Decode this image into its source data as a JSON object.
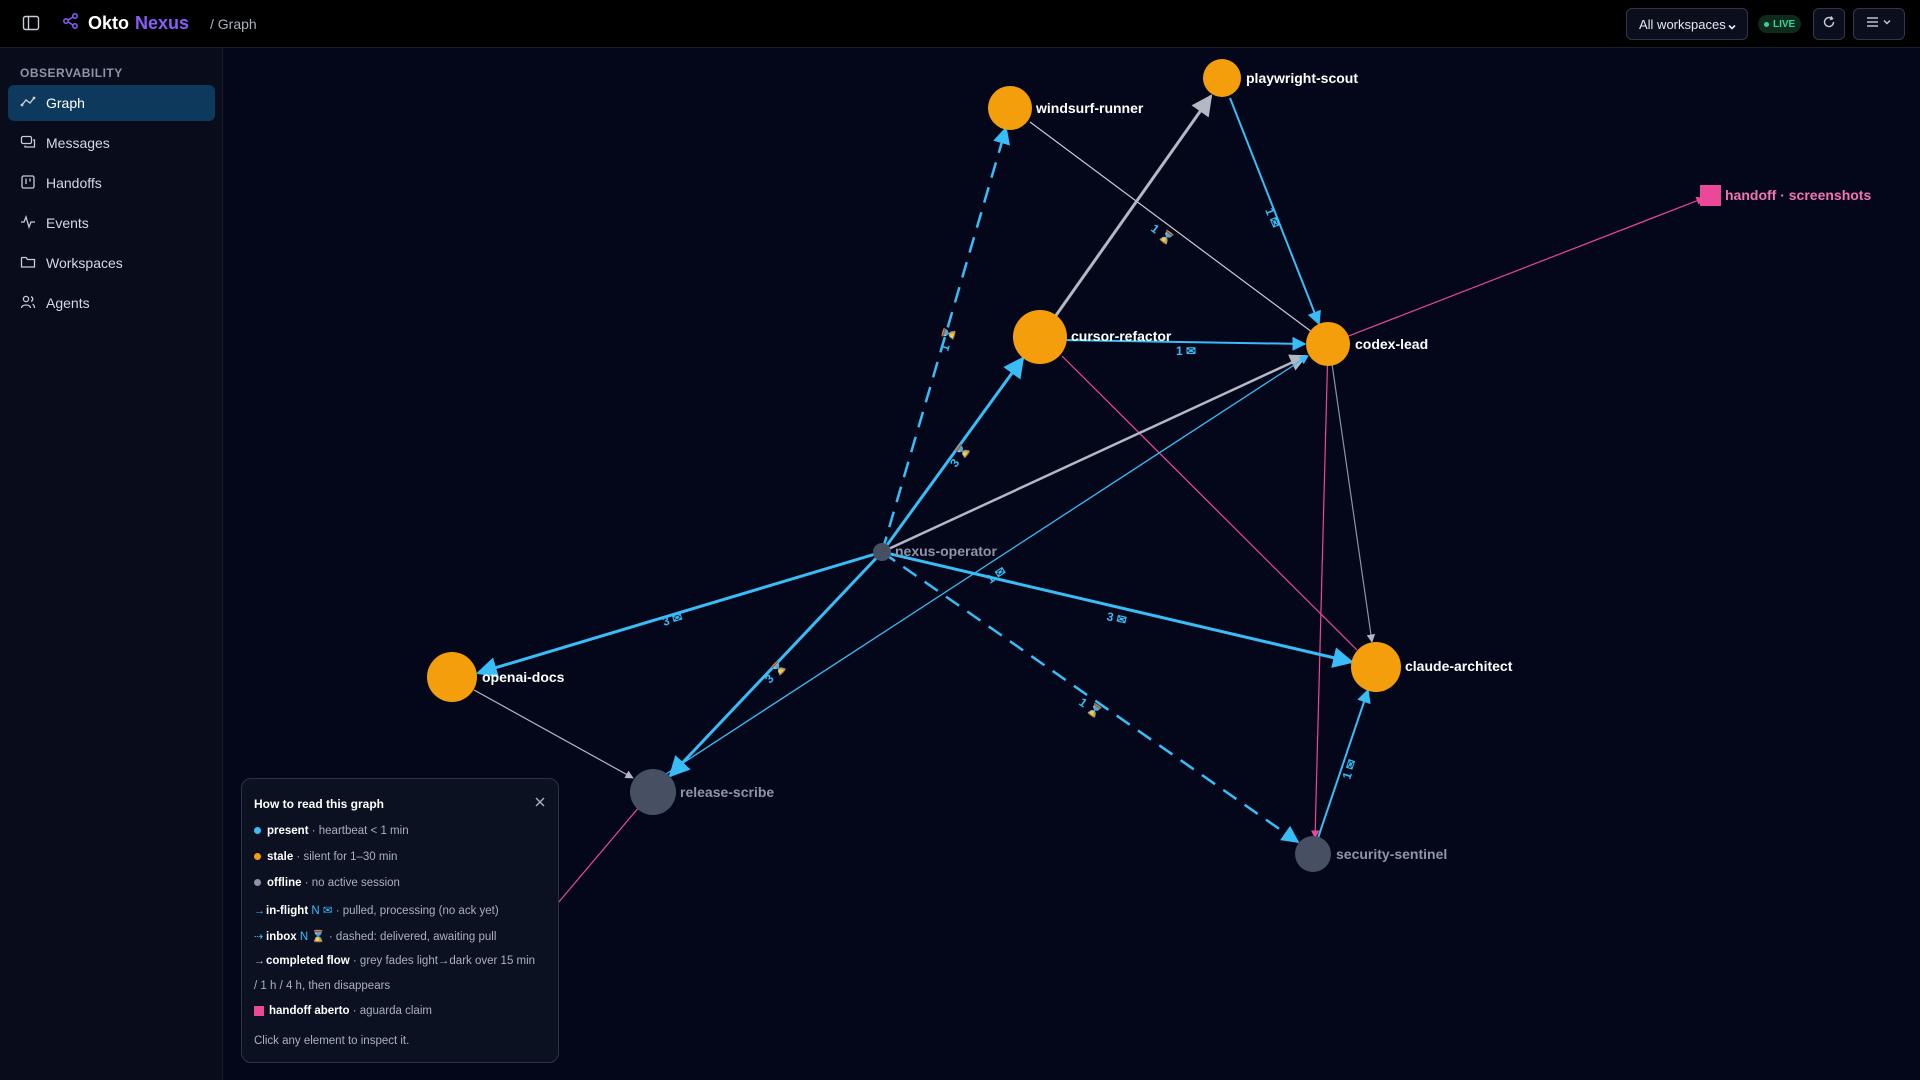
{
  "app": {
    "name": "Okto",
    "accent": "Nexus",
    "breadcrumb": "/ Graph"
  },
  "topbar": {
    "workspace_select": "All workspaces",
    "live_label": "LIVE",
    "refresh_icon": "refresh-icon",
    "menu_icon": "menu-icon"
  },
  "sidebar": {
    "section": "OBSERVABILITY",
    "items": [
      {
        "label": "Graph",
        "icon": "graph-icon",
        "active": true
      },
      {
        "label": "Messages",
        "icon": "messages-icon",
        "active": false
      },
      {
        "label": "Handoffs",
        "icon": "kanban-icon",
        "active": false
      },
      {
        "label": "Events",
        "icon": "activity-icon",
        "active": false
      },
      {
        "label": "Workspaces",
        "icon": "folder-icon",
        "active": false
      },
      {
        "label": "Agents",
        "icon": "users-icon",
        "active": false
      }
    ]
  },
  "graph": {
    "nodes": [
      {
        "id": "windsurf-runner",
        "label": "windsurf-runner",
        "status": "stale"
      },
      {
        "id": "playwright-scout",
        "label": "playwright-scout",
        "status": "stale"
      },
      {
        "id": "cursor-refactor",
        "label": "cursor-refactor",
        "status": "stale"
      },
      {
        "id": "codex-lead",
        "label": "codex-lead",
        "status": "stale"
      },
      {
        "id": "nexus-operator",
        "label": "nexus-operator",
        "status": "offline"
      },
      {
        "id": "openai-docs",
        "label": "openai-docs",
        "status": "stale"
      },
      {
        "id": "claude-architect",
        "label": "claude-architect",
        "status": "stale"
      },
      {
        "id": "release-scribe",
        "label": "release-scribe",
        "status": "offline"
      },
      {
        "id": "security-sentinel",
        "label": "security-sentinel",
        "status": "offline"
      }
    ],
    "handoffs": [
      {
        "label": "handoff · screenshots"
      }
    ],
    "edge_labels": [
      {
        "text": "1 ✉"
      },
      {
        "text": "3 ✉"
      },
      {
        "text": "3 ✉"
      },
      {
        "text": "1 ⌛"
      },
      {
        "text": "1 ⌛"
      },
      {
        "text": "3 ⌛"
      },
      {
        "text": "3 ⌛"
      },
      {
        "text": "1 ✉"
      },
      {
        "text": "1 ✉"
      },
      {
        "text": "1 ⌛"
      },
      {
        "text": "1 ✉"
      }
    ],
    "colors": {
      "stale": "#f59e0b",
      "offline": "#475063",
      "inflight": "#38bdf8",
      "completed": "#b4b8c4",
      "handoff": "#ec4899"
    }
  },
  "legend": {
    "title": "How to read this graph",
    "rows": [
      {
        "name": "present",
        "desc": " · heartbeat < 1 min"
      },
      {
        "name": "stale",
        "desc": " · silent for 1–30 min"
      },
      {
        "name": "offline",
        "desc": " · no active session"
      },
      {
        "name": "in-flight",
        "badge": "N ✉",
        "desc": " · pulled, processing (no ack yet)"
      },
      {
        "name": "inbox",
        "badge": "N ⌛",
        "desc": " · dashed: delivered, awaiting pull"
      },
      {
        "name": "completed flow",
        "desc": " · grey fades light→dark over 15 min"
      },
      {
        "desc": "/ 1 h / 4 h, then disappears"
      },
      {
        "name": "handoff aberto",
        "desc": " · aguarda claim"
      }
    ],
    "hint": "Click any element to inspect it."
  }
}
